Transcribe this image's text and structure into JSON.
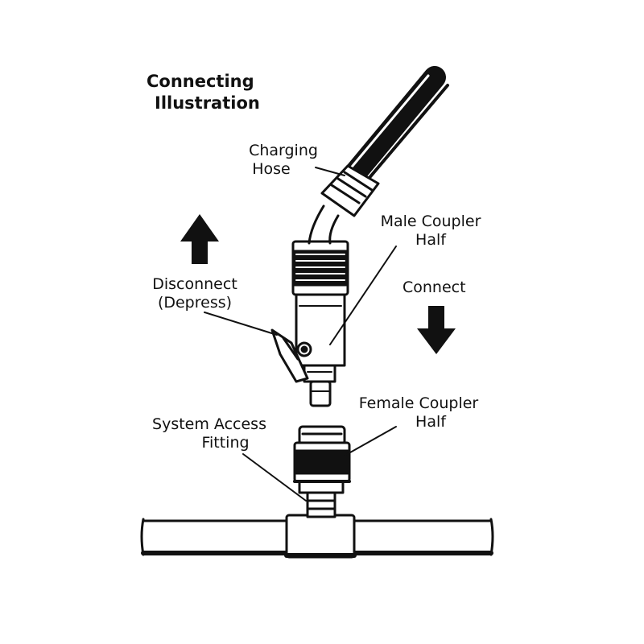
{
  "title": {
    "line1": "Connecting",
    "line2": "Illustration"
  },
  "labels": {
    "charging_hose": {
      "line1": "Charging",
      "line2": "Hose"
    },
    "male_coupler": {
      "line1": "Male Coupler",
      "line2": "Half"
    },
    "disconnect": {
      "line1": "Disconnect",
      "line2": "(Depress)"
    },
    "connect": {
      "line1": "Connect"
    },
    "female_coupler": {
      "line1": "Female Coupler",
      "line2": "Half"
    },
    "system_access": {
      "line1": "System Access",
      "line2": "Fitting"
    }
  },
  "icons": {
    "up_arrow": "arrow-up-icon",
    "down_arrow": "arrow-down-icon"
  },
  "colors": {
    "ink": "#111111",
    "background": "#ffffff"
  }
}
